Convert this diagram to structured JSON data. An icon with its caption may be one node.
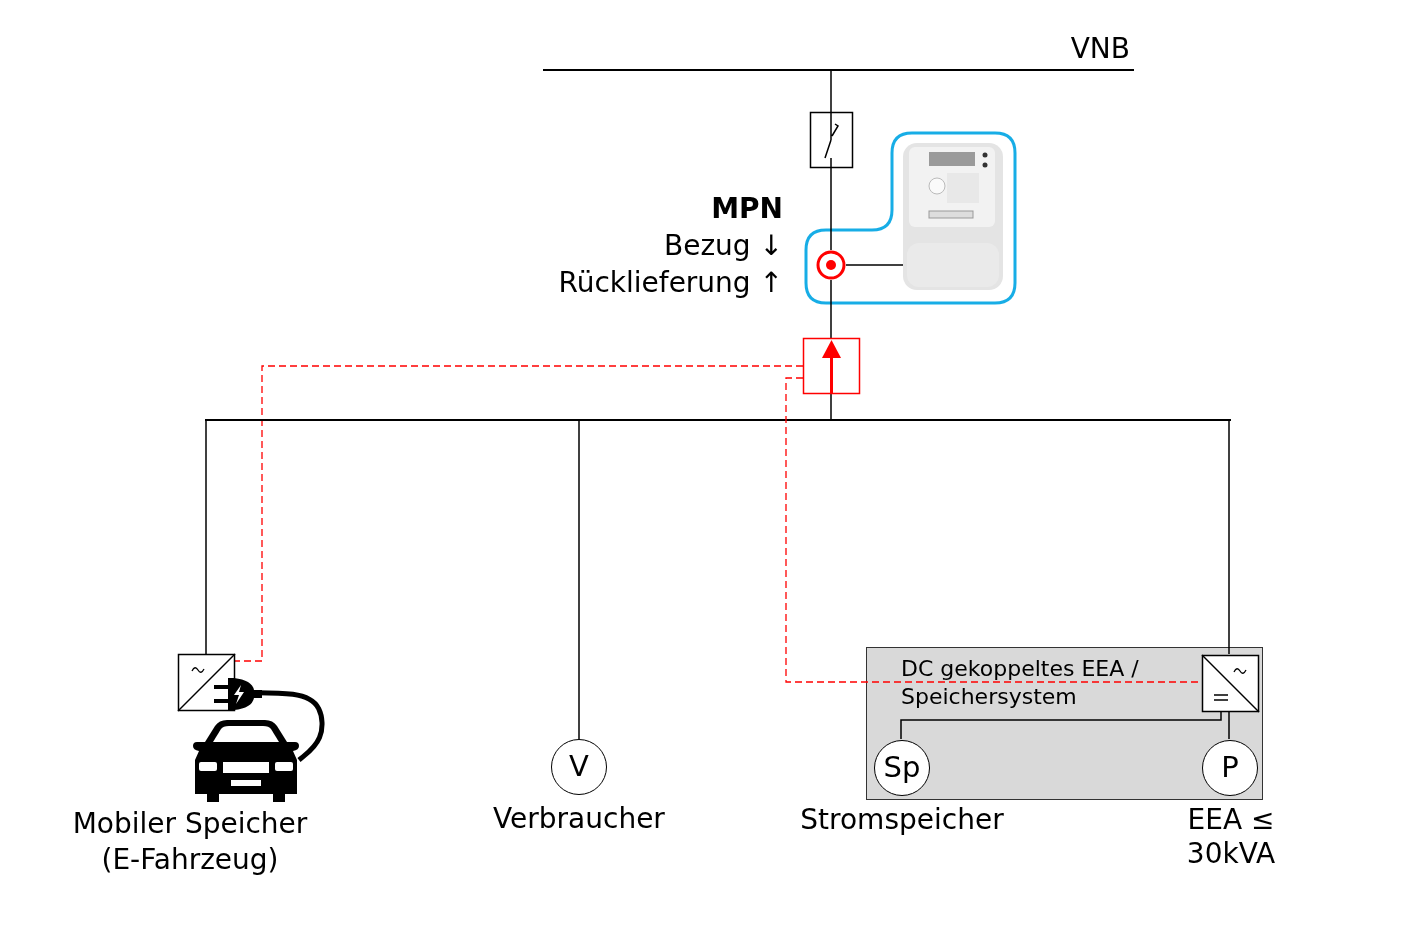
{
  "diagram": {
    "nodes": [
      {
        "text": [
          "VNB"
        ]
      },
      {
        "text": [],
        "shape": "box"
      },
      {
        "text": [],
        "shape": "circle",
        "beside": [
          "MPN",
          "Bezug ↓",
          "Rücklieferung ↑"
        ]
      },
      {
        "text": [],
        "shape": "picture"
      },
      {
        "text": [],
        "shape": "box"
      },
      {
        "text": [],
        "shape": "bar"
      },
      {
        "text": [],
        "shape": "box"
      },
      {
        "text": [
          "Mobiler Speicher (E-Fahrzeug)"
        ]
      },
      {
        "text": [
          "V"
        ],
        "beside": [
          "Verbraucher"
        ]
      },
      {
        "text": [
          "DC gekoppeltes EEA / Speichersystem"
        ]
      },
      {
        "text": [],
        "shape": "box",
        "in": 9
      },
      {
        "text": [
          "Sp"
        ],
        "in": 9,
        "beside": [
          "Stromspeicher"
        ]
      },
      {
        "text": [
          "P"
        ],
        "in": 9,
        "beside": [
          "EEA ≤ 30kVA"
        ]
      }
    ],
    "edges": [
      {
        "from": 0,
        "to": 1,
        "arrow": "none"
      },
      {
        "from": 1,
        "to": 2,
        "arrow": "none"
      },
      {
        "from": 2,
        "to": 3,
        "arrow": "none"
      },
      {
        "from": 2,
        "to": 4,
        "arrow": "none"
      },
      {
        "from": 4,
        "to": 5,
        "arrow": "none"
      },
      {
        "from": 5,
        "to": 6,
        "arrow": "none"
      },
      {
        "from": 5,
        "to": 8,
        "arrow": "none"
      },
      {
        "from": 5,
        "to": 10,
        "arrow": "none"
      },
      {
        "from": 10,
        "to": 11,
        "arrow": "none"
      },
      {
        "from": 10,
        "to": 12,
        "arrow": "none"
      },
      {
        "from": 6,
        "to": 7,
        "arrow": "none",
        "style": "thick"
      },
      {
        "from": 4,
        "to": 6,
        "arrow": "none",
        "style": "dashed",
        "color": "#ff0000"
      },
      {
        "from": 4,
        "to": 10,
        "arrow": "none",
        "style": "dashed",
        "color": "#ff0000"
      }
    ]
  }
}
